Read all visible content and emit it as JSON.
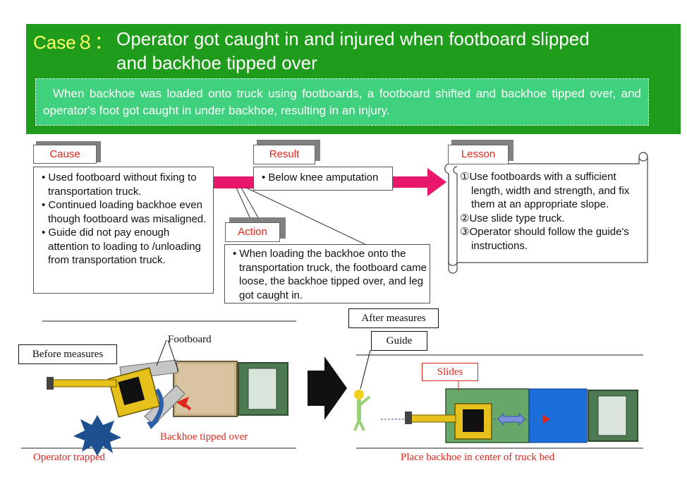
{
  "header": {
    "case_label": "Case８：",
    "title_line1": "Operator got caught in and injured when footboard slipped",
    "title_line2": "and backhoe tipped over",
    "summary": "When backhoe was loaded onto truck using footboards, a footboard shifted and backhoe tipped over, and operator's foot got caught in under backhoe, resulting in an injury."
  },
  "cause": {
    "label": "Cause",
    "items": [
      "Used footboard without fixing  to transportation truck.",
      "Continued loading backhoe even though footboard was misaligned.",
      "Guide did not pay enough attention to loading to /unloading from transportation truck."
    ]
  },
  "result": {
    "label": "Result",
    "items": [
      "Below knee amputation"
    ]
  },
  "action": {
    "label": "Action",
    "items": [
      "When loading the backhoe onto the transportation truck, the footboard came loose, the backhoe tipped over, and leg got caught in."
    ]
  },
  "lesson": {
    "label": "Lesson",
    "items": [
      "①Use footboards with a sufficient length, width and strength, and fix them at an appropriate slope.",
      "②Use slide type truck.",
      "③Operator should follow the guide's instructions."
    ]
  },
  "before": {
    "title": "Before measures",
    "footboard": "Footboard",
    "tipped": "Backhoe tipped over",
    "trapped": "Operator trapped"
  },
  "after": {
    "title": "After measures",
    "guide": "Guide",
    "slides": "Slides",
    "center": "Place backhoe in center of truck bed"
  },
  "colors": {
    "header_green": "#1f9c1c",
    "summary_green": "#3fd17d",
    "title_yellow": "#ffff66",
    "arrow_pink": "#e8176b",
    "label_red": "#e0261b"
  }
}
